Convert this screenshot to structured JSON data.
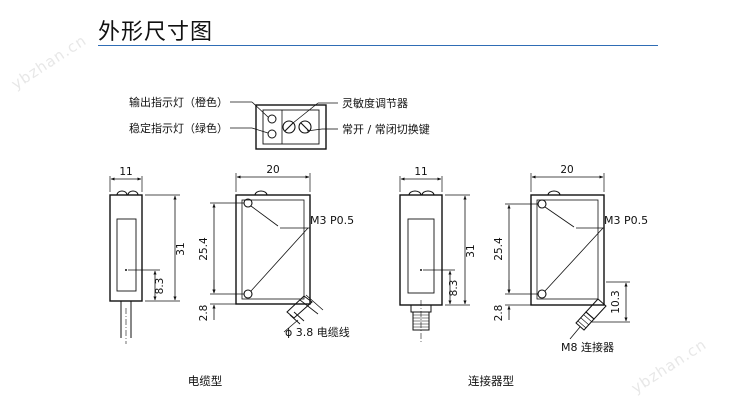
{
  "title": "外形尺寸图",
  "accent_color": "#2f6db5",
  "watermark": "ybzhan.cn",
  "top_view": {
    "label_output": "输出指示灯（橙色）",
    "label_stable": "稳定指示灯（绿色）",
    "label_sensitivity": "灵敏度调节器",
    "label_switch": "常开 / 常闭切换键"
  },
  "cable_type": {
    "caption": "电缆型",
    "dims": {
      "side_width": "11",
      "front_width": "20",
      "height_31": "31",
      "height_25_4": "25.4",
      "height_8_3": "8.3",
      "offset_2_8": "2.8",
      "thread": "M3 P0.5",
      "cable": "ϕ 3.8 电缆线"
    }
  },
  "connector_type": {
    "caption": "连接器型",
    "dims": {
      "side_width": "11",
      "front_width": "20",
      "height_31": "31",
      "height_25_4": "25.4",
      "height_8_3": "8.3",
      "offset_2_8": "2.8",
      "height_10_3": "10.3",
      "thread": "M3 P0.5",
      "connector": "M8 连接器"
    }
  }
}
